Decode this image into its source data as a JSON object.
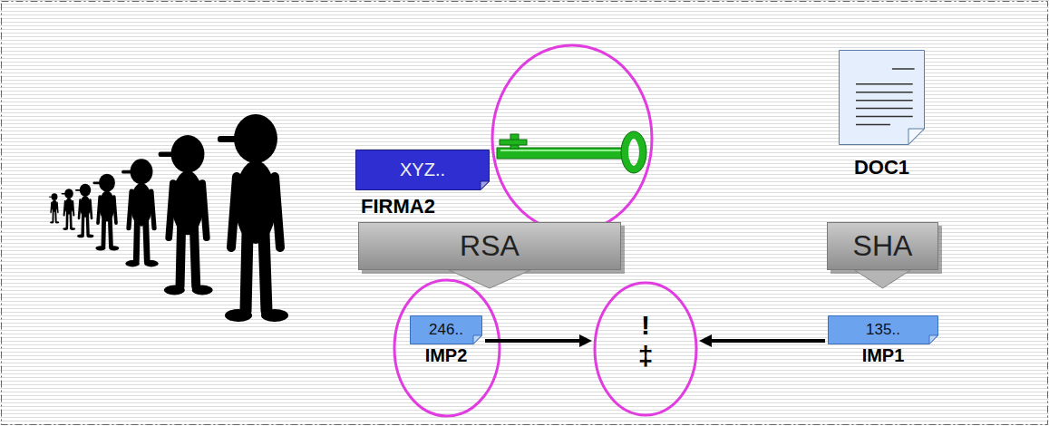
{
  "diagram": {
    "nodes": [
      {
        "text": [
          "XYZ..",
          "FIRMA2"
        ]
      },
      {
        "text": [
          "DOC1"
        ]
      },
      {
        "text": [
          "RSA"
        ]
      },
      {
        "text": [
          "SHA"
        ]
      },
      {
        "text": [
          "246..",
          "IMP2"
        ]
      },
      {
        "text": [
          "!",
          "‡"
        ]
      },
      {
        "text": [
          "135..",
          "IMP1"
        ]
      }
    ],
    "edges": [
      {
        "from": 4,
        "to": 5,
        "arrow": "to"
      },
      {
        "from": 6,
        "to": 5,
        "arrow": "to"
      }
    ]
  }
}
